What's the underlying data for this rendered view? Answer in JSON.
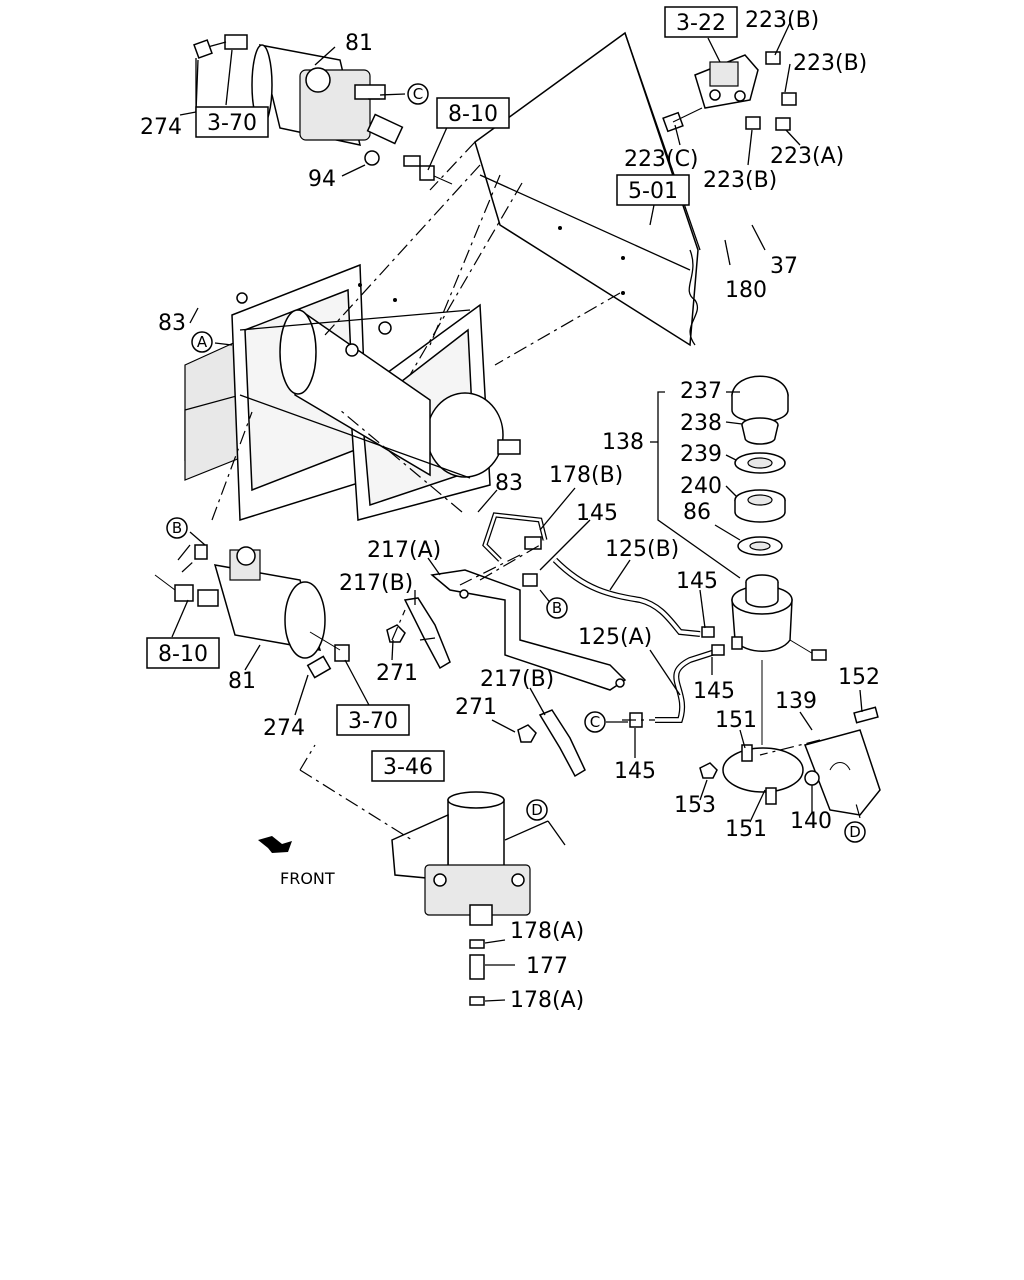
{
  "diagram": {
    "ref_boxes": {
      "ref_3_22": "3-22",
      "ref_3_70_top": "3-70",
      "ref_8_10_top": "8-10",
      "ref_5_01": "5-01",
      "ref_8_10_left": "8-10",
      "ref_3_70_bottom": "3-70",
      "ref_3_46": "3-46"
    },
    "circle_markers": {
      "A": "A",
      "B_left": "B",
      "B_mid": "B",
      "C_top": "C",
      "C_mid": "C",
      "D_right": "D",
      "D_bottom": "D"
    },
    "callouts": {
      "p81_top": "81",
      "p274_top": "274",
      "p94": "94",
      "p223B_1": "223(B)",
      "p223B_2": "223(B)",
      "p223C": "223(C)",
      "p223B_3": "223(B)",
      "p223A": "223(A)",
      "p37": "37",
      "p180": "180",
      "p83_top": "83",
      "p83_mid": "83",
      "p237": "237",
      "p238": "238",
      "p239": "239",
      "p240": "240",
      "p86": "86",
      "p138": "138",
      "p178B": "178(B)",
      "p145_1": "145",
      "p125B": "125(B)",
      "p217A": "217(A)",
      "p217B_1": "217(B)",
      "p271_1": "271",
      "p145_2": "145",
      "p125A": "125(A)",
      "p145_3": "145",
      "p152": "152",
      "p139": "139",
      "p151_1": "151",
      "p217B_2": "217(B)",
      "p271_2": "271",
      "p145_4": "145",
      "p153": "153",
      "p151_2": "151",
      "p140": "140",
      "p81_bottom": "81",
      "p274_bottom": "274",
      "p178A_1": "178(A)",
      "p177": "177",
      "p178A_2": "178(A)"
    },
    "front_label": "FRONT"
  }
}
